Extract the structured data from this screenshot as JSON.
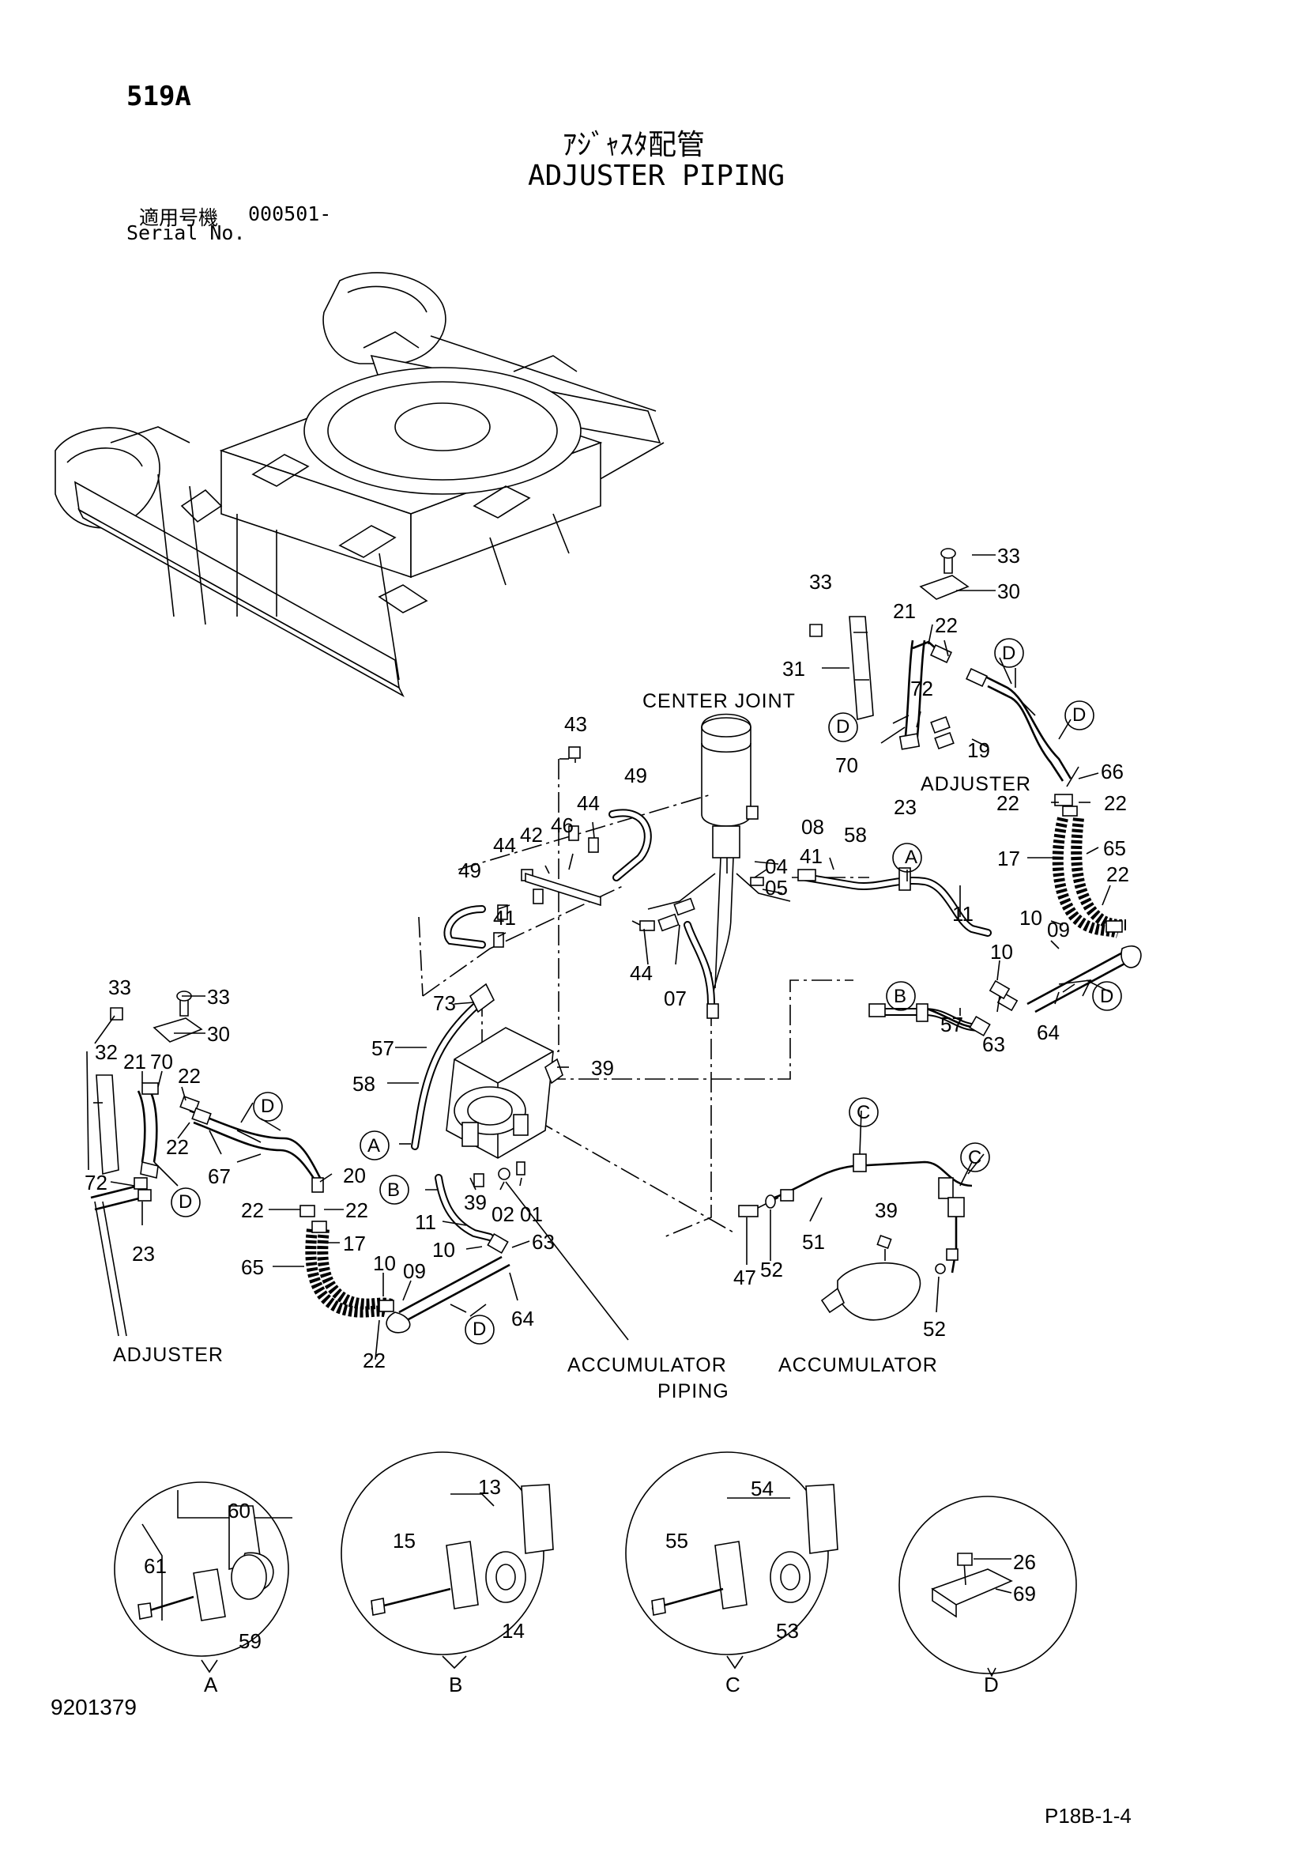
{
  "header": {
    "page_code": "519A",
    "title_jp": "ｱｼﾞｬｽﾀ配管",
    "title_en": "ADJUSTER PIPING",
    "serial_label_jp": "適用号機",
    "serial_value": "000501-",
    "serial_label_en": "Serial No."
  },
  "footer": {
    "drawing_number": "9201379",
    "page_ref": "P18B-1-4"
  },
  "captions": {
    "center_joint": "CENTER JOINT",
    "adjuster_right": "ADJUSTER",
    "adjuster_left": "ADJUSTER",
    "accumulator_piping_1": "ACCUMULATOR",
    "accumulator_piping_2": "PIPING",
    "accumulator": "ACCUMULATOR"
  },
  "detail_views": [
    {
      "letter": "A",
      "callouts": [
        "60",
        "61",
        "59"
      ]
    },
    {
      "letter": "B",
      "callouts": [
        "13",
        "15",
        "14"
      ]
    },
    {
      "letter": "C",
      "callouts": [
        "54",
        "55",
        "53"
      ]
    },
    {
      "letter": "D",
      "callouts": [
        "26",
        "69"
      ]
    }
  ],
  "callouts": {
    "top_right": [
      "33",
      "30",
      "33",
      "21",
      "22",
      "31",
      "D",
      "72",
      "D",
      "D",
      "70",
      "19",
      "66",
      "23",
      "ADJUSTER",
      "22",
      "22",
      "17",
      "65",
      "22",
      "10",
      "09",
      "D",
      "64",
      "63",
      "57",
      "B",
      "11",
      "10"
    ],
    "center": [
      "43",
      "49",
      "44",
      "42",
      "46",
      "08",
      "41",
      "58",
      "A",
      "49",
      "44",
      "04",
      "05",
      "41",
      "44",
      "07",
      "73",
      "57",
      "58",
      "39"
    ],
    "left": [
      "33",
      "33",
      "30",
      "32",
      "21",
      "70",
      "22",
      "22",
      "D",
      "67",
      "20",
      "D",
      "72",
      "23",
      "22",
      "22",
      "17",
      "65",
      "10",
      "09",
      "D",
      "64",
      "22"
    ],
    "accumulator": [
      "A",
      "B",
      "39",
      "02",
      "01",
      "11",
      "10",
      "63",
      "C",
      "C",
      "39",
      "51",
      "47",
      "52",
      "52"
    ]
  }
}
